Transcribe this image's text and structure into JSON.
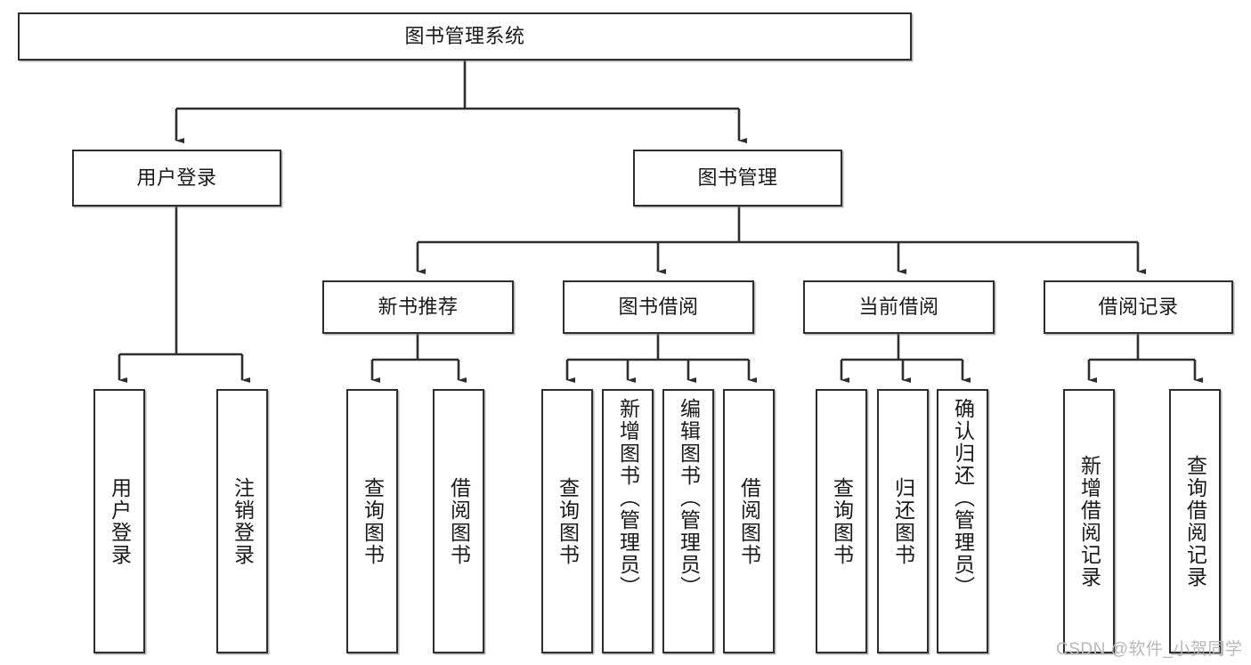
{
  "diagram": {
    "type": "tree-hierarchy-chart",
    "title": "图书管理系统",
    "watermark": "CSDN @软件_小贺同学",
    "style": {
      "box_fill": "#ffffff",
      "box_stroke": "#2e2e2e",
      "line_color": "#2e2e2e",
      "text_color": "#1a1a1a",
      "watermark_color": "#b8b8b8",
      "background": "#ffffff"
    },
    "nodes": {
      "root": {
        "label": "图书管理系统"
      },
      "level2": [
        {
          "id": "user-login",
          "label": "用户登录"
        },
        {
          "id": "book-management",
          "label": "图书管理"
        }
      ],
      "level3": [
        {
          "id": "new-book-recommend",
          "label": "新书推荐"
        },
        {
          "id": "book-borrow",
          "label": "图书借阅"
        },
        {
          "id": "current-borrow",
          "label": "当前借阅"
        },
        {
          "id": "borrow-record",
          "label": "借阅记录"
        }
      ],
      "leaves": {
        "user_login": [
          {
            "id": "leaf-user-login",
            "label": "用户登录"
          },
          {
            "id": "leaf-user-logout",
            "label": "注销登录"
          }
        ],
        "new_book_recommend": [
          {
            "id": "leaf-query-book-1",
            "label": "查询图书"
          },
          {
            "id": "leaf-borrow-book-1",
            "label": "借阅图书"
          }
        ],
        "book_borrow": [
          {
            "id": "leaf-query-book-2",
            "label": "查询图书"
          },
          {
            "id": "leaf-add-book",
            "label": "新增图书（管理员）"
          },
          {
            "id": "leaf-edit-book",
            "label": "编辑图书（管理员）"
          },
          {
            "id": "leaf-borrow-book-2",
            "label": "借阅图书"
          }
        ],
        "current_borrow": [
          {
            "id": "leaf-query-book-3",
            "label": "查询图书"
          },
          {
            "id": "leaf-return-book",
            "label": "归还图书"
          },
          {
            "id": "leaf-confirm-return",
            "label": "确认归还（管理员）"
          }
        ],
        "borrow_record": [
          {
            "id": "leaf-add-record",
            "label": "新增借阅记录"
          },
          {
            "id": "leaf-query-record",
            "label": "查询借阅记录"
          }
        ]
      }
    }
  }
}
